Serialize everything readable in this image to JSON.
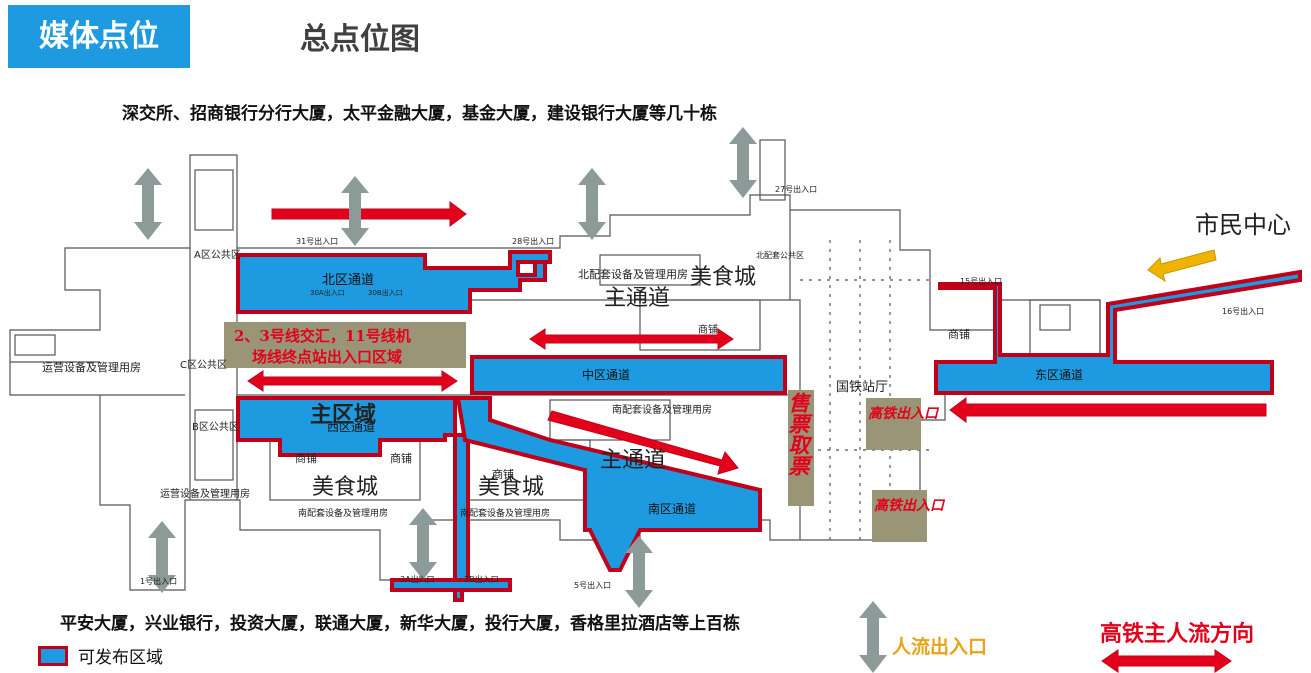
{
  "header": {
    "badge": "媒体点位",
    "title": "总点位图"
  },
  "captions": {
    "north_buildings": "深交所、招商银行分行大厦，太平金融大厦，基金大厦，建设银行大厦等几十栋",
    "south_buildings": "平安大厦，兴业银行，投资大厦，联通大厦，新华大厦，投行大厦，香格里拉酒店等上百栋"
  },
  "landmarks": {
    "civic_center": "市民中心"
  },
  "zones": {
    "north": "北区通道",
    "middle": "中区通道",
    "east": "东区通道",
    "west": "西区通道",
    "south": "南区通道",
    "main_area": "主区域",
    "main_passage": "主通道",
    "food_court": "美食城",
    "transfer_note_line1": "2、3号线交汇，11号线机",
    "transfer_note_line2": "场线终点站出入口区域"
  },
  "areas": {
    "a_public": "A区公共区",
    "b_public": "B区公共区",
    "c_public": "C区公共区",
    "ops_room": "运营设备及管理用房",
    "north_support": "北配套设备及管理用房",
    "south_support": "南配套设备及管理用房",
    "station_hall": "国铁站厅",
    "shop": "商铺",
    "ticketing": "售票取票",
    "hsr_exit": "高铁出入口",
    "north_public": "北配套公共区"
  },
  "exits": {
    "e31": "31号出入口",
    "e28": "28号出入口",
    "e27": "27号出入口",
    "e15": "15号出入口",
    "e16": "16号出入口",
    "e30a": "30A出入口",
    "e30b": "30B出入口",
    "e3a": "3A出入口",
    "e3b": "3B出入口",
    "e5": "5号出入口",
    "e1": "1号出入口"
  },
  "legend": {
    "available_area": "可发布区域"
  },
  "flow": {
    "hsr_main_flow": "高铁主人流方向",
    "people_exit": "人流出入口"
  },
  "colors": {
    "publishable_fill": "#1e9be0",
    "publishable_border": "#c0001a",
    "flow_arrow_red": "#e3001b",
    "gray_arrow": "#8c9a98",
    "yellow_arrow": "#f0b400",
    "khaki_box": "#9a9577"
  }
}
